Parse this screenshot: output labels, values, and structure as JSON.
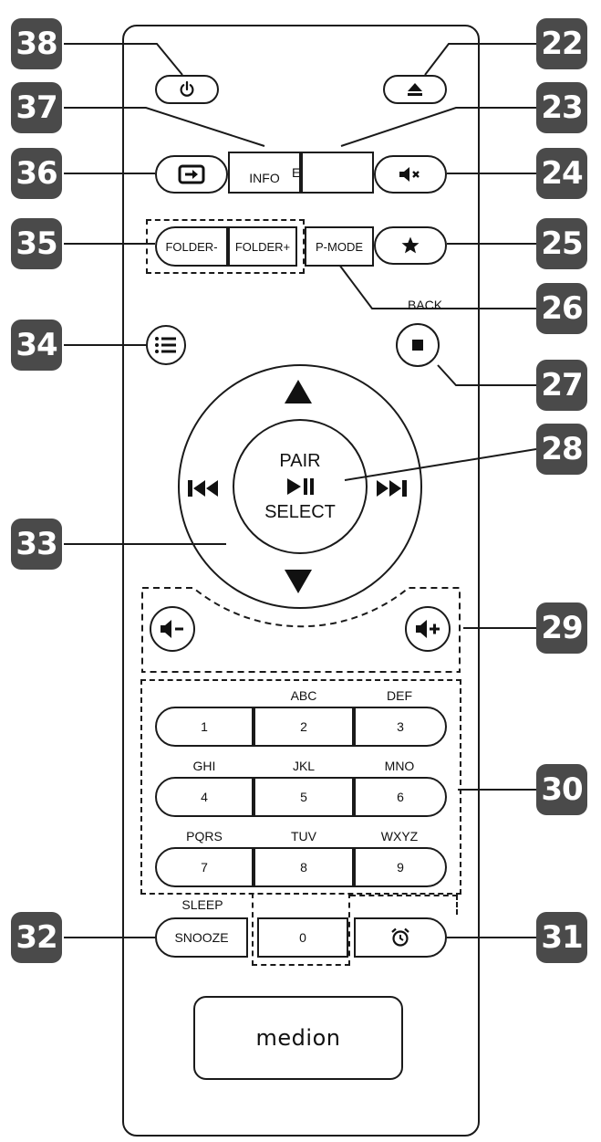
{
  "callouts": [
    "38",
    "22",
    "37",
    "23",
    "36",
    "24",
    "35",
    "25",
    "26",
    "34",
    "27",
    "28",
    "33",
    "29",
    "30",
    "32",
    "31"
  ],
  "buttons": {
    "info": "INFO",
    "eq": "EQ",
    "folder_minus": "FOLDER-",
    "folder_plus": "FOLDER+",
    "p_mode": "P-MODE",
    "back": "BACK",
    "pair": "PAIR",
    "select": "SELECT",
    "sleep": "SLEEP",
    "snooze": "SNOOZE"
  },
  "keypad": [
    {
      "letters": "",
      "digit": "1"
    },
    {
      "letters": "ABC",
      "digit": "2"
    },
    {
      "letters": "DEF",
      "digit": "3"
    },
    {
      "letters": "GHI",
      "digit": "4"
    },
    {
      "letters": "JKL",
      "digit": "5"
    },
    {
      "letters": "MNO",
      "digit": "6"
    },
    {
      "letters": "PQRS",
      "digit": "7"
    },
    {
      "letters": "TUV",
      "digit": "8"
    },
    {
      "letters": "WXYZ",
      "digit": "9"
    },
    {
      "letters": "",
      "digit": "0"
    }
  ],
  "brand": "medion",
  "icons": {
    "power": "power-icon",
    "eject": "eject-icon",
    "input": "input-source-icon",
    "mute": "mute-icon",
    "favorite": "star-icon",
    "menu": "menu-list-icon",
    "stop": "stop-icon",
    "up": "arrow-up-icon",
    "down": "arrow-down-icon",
    "prev": "skip-previous-icon",
    "next": "skip-next-icon",
    "play_pause": "play-pause-icon",
    "vol_down": "volume-down-icon",
    "vol_up": "volume-up-icon",
    "alarm": "alarm-clock-icon"
  },
  "colors": {
    "badge": "#4a4a4a",
    "line": "#1a1a1a"
  }
}
